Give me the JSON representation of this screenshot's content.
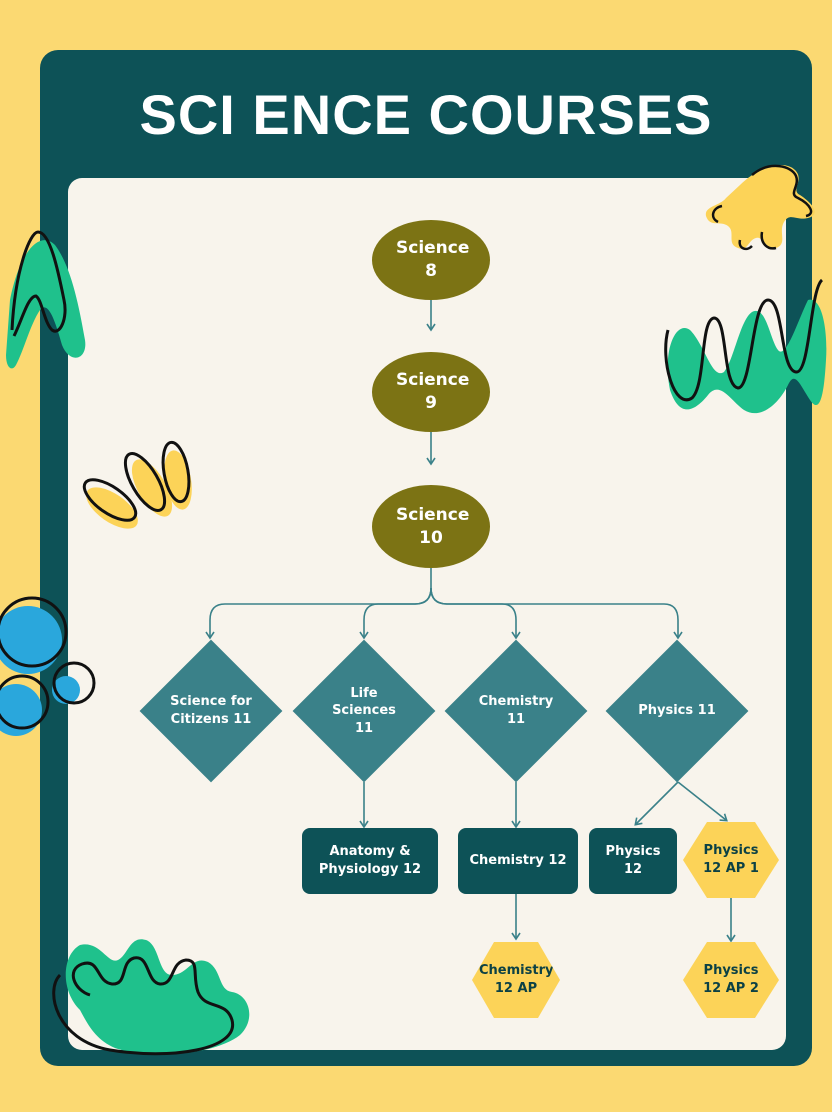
{
  "title": "SCI ENCE COURSES",
  "colors": {
    "page_background": "#fbd972",
    "frame": "#0d5257",
    "panel": "#f8f4ec",
    "level_circle": "#7c7314",
    "grade11_diamond": "#3a8189",
    "grade12_box": "#0d5257",
    "ap_hexagon": "#fcd358",
    "connector": "#3a8189"
  },
  "nodes": {
    "science_8": "Science 8",
    "science_9": "Science 9",
    "science_10": "Science 10",
    "science_for_citizens_11": "Science for Citizens 11",
    "life_sciences_11": "Life Sciences 11",
    "chemistry_11": "Chemistry 11",
    "physics_11": "Physics 11",
    "anatomy_physiology_12": "Anatomy & Physiology 12",
    "chemistry_12": "Chemistry 12",
    "physics_12": "Physics 12",
    "physics_12_ap1": "Physics 12 AP 1",
    "chemistry_12_ap": "Chemistry 12 AP",
    "physics_12_ap2": "Physics 12 AP 2"
  },
  "decorations": [
    "green-leaf-doodle",
    "yellow-splat-doodle",
    "yellow-petal-doodle",
    "blue-bubbles-doodle"
  ]
}
